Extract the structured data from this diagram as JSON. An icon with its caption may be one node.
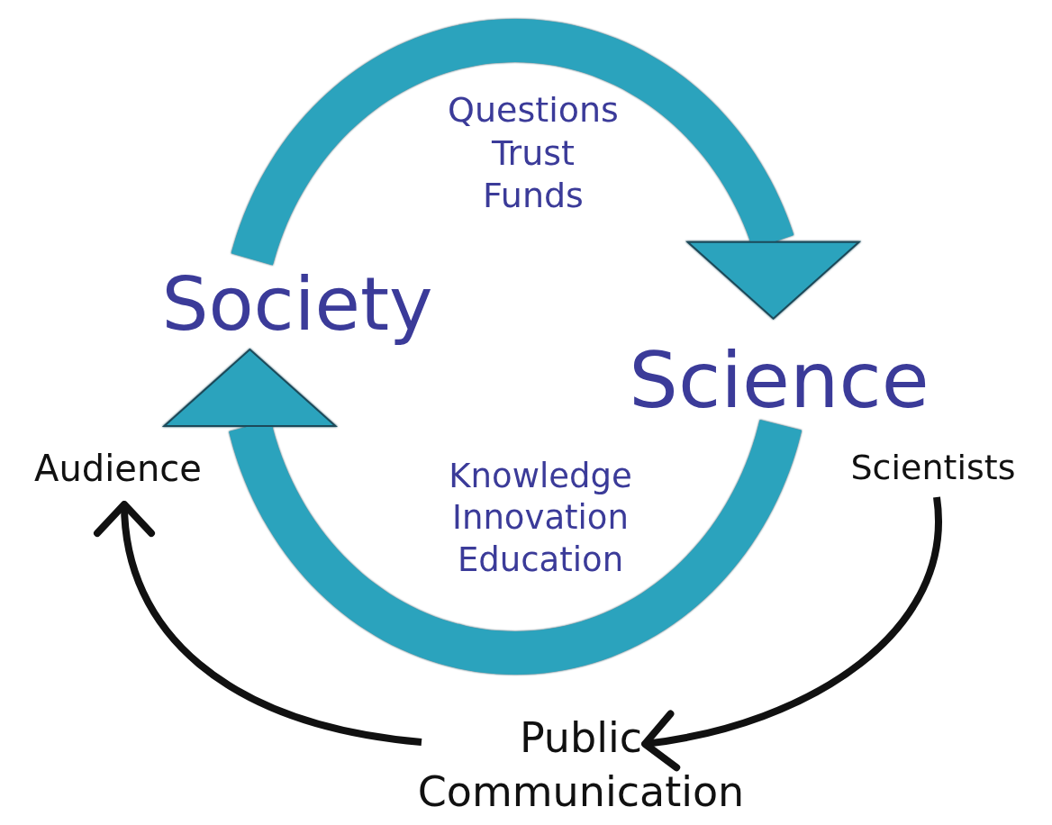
{
  "diagram": {
    "nodes": [
      {
        "text": [
          "Society"
        ]
      },
      {
        "text": [
          "Science"
        ]
      },
      {
        "text": [
          "Audience"
        ]
      },
      {
        "text": [
          "Scientists"
        ]
      },
      {
        "text": [
          "Public Communication"
        ]
      }
    ],
    "edges": [
      {
        "from": 0,
        "to": 1,
        "arrow": "to",
        "label": "Questions Trust Funds",
        "style": "thick",
        "color": "#2ba3bd"
      },
      {
        "from": 1,
        "to": 0,
        "arrow": "to",
        "label": "Knowledge Innovation Education",
        "style": "thick",
        "color": "#2ba3bd"
      },
      {
        "from": 3,
        "to": 4,
        "arrow": "to",
        "color": "#111111"
      },
      {
        "from": 4,
        "to": 2,
        "arrow": "to",
        "color": "#111111"
      }
    ]
  }
}
